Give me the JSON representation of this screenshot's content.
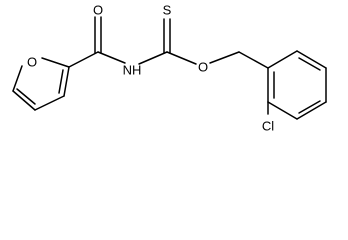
{
  "molecule": {
    "atoms": {
      "furan_o": "O",
      "carbonyl_o": "O",
      "amide_n": "NH",
      "thione_s": "S",
      "ester_o": "O",
      "chloro": "Cl"
    }
  },
  "colors": {
    "bond": "#000000",
    "background": "#ffffff"
  }
}
